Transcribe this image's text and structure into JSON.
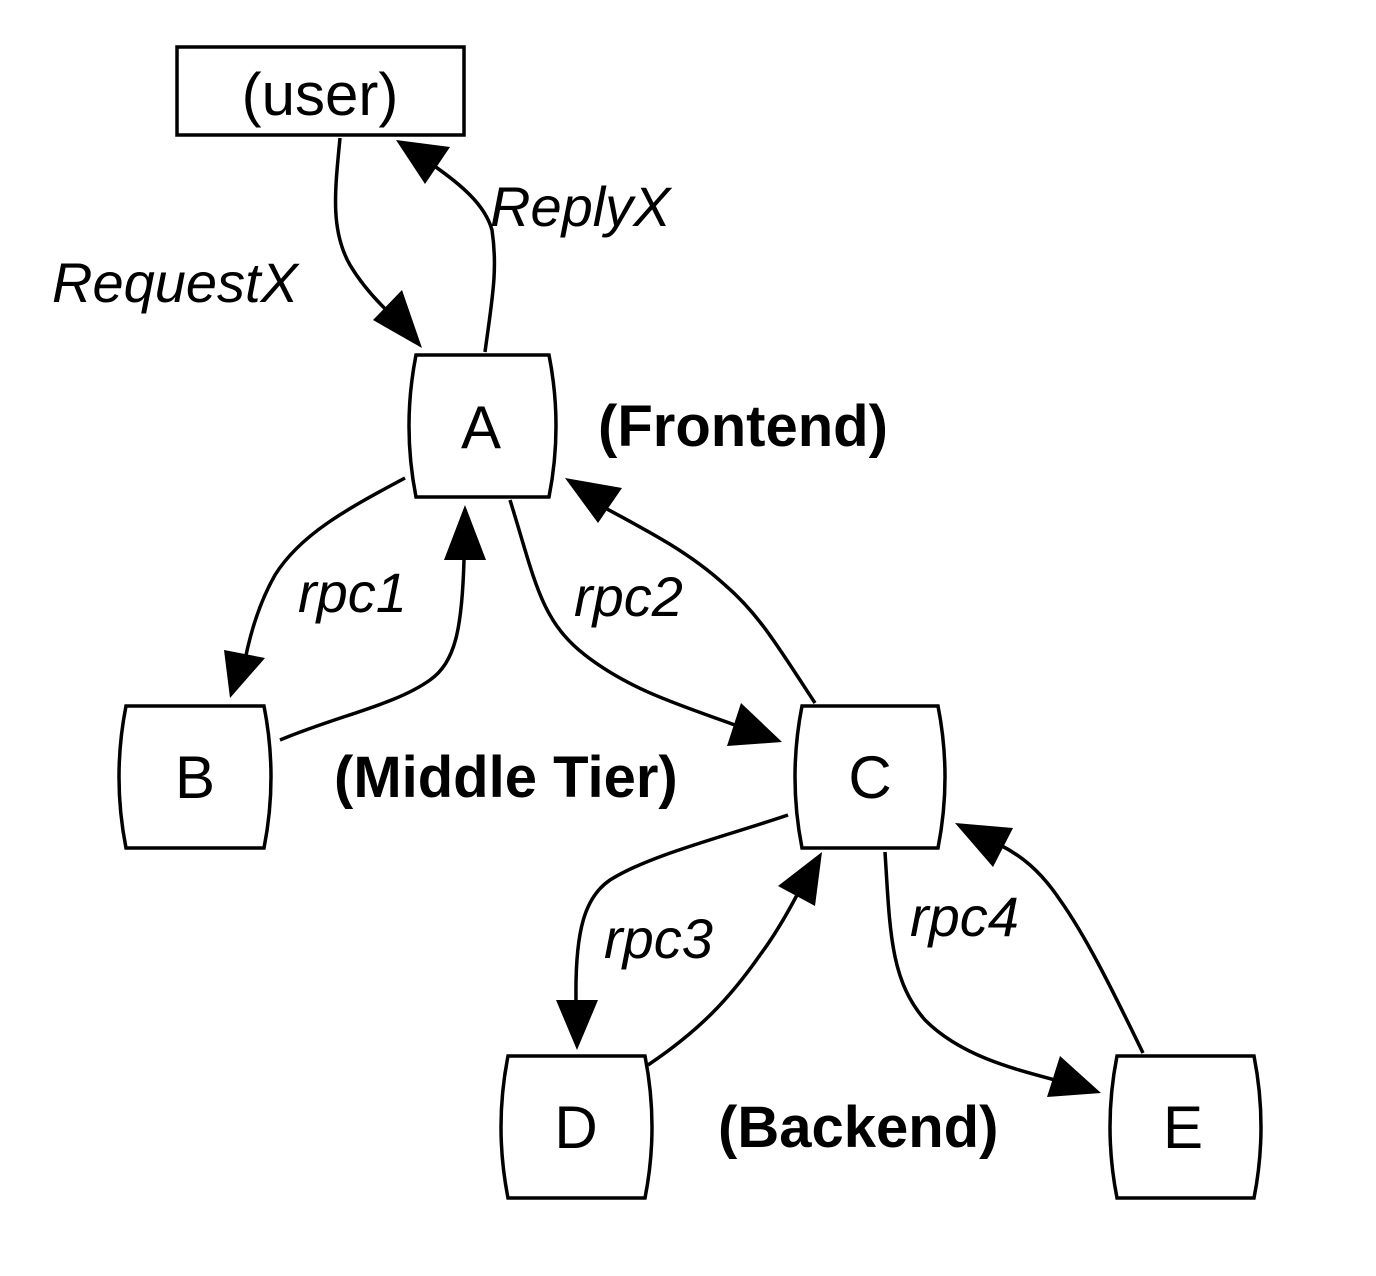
{
  "nodes": {
    "user": "(user)",
    "a": "A",
    "b": "B",
    "c": "C",
    "d": "D",
    "e": "E"
  },
  "tiers": {
    "frontend": "(Frontend)",
    "middle": "(Middle Tier)",
    "backend": "(Backend)"
  },
  "edges": {
    "request": "RequestX",
    "reply": "ReplyX",
    "rpc1": "rpc1",
    "rpc2": "rpc2",
    "rpc3": "rpc3",
    "rpc4": "rpc4"
  }
}
